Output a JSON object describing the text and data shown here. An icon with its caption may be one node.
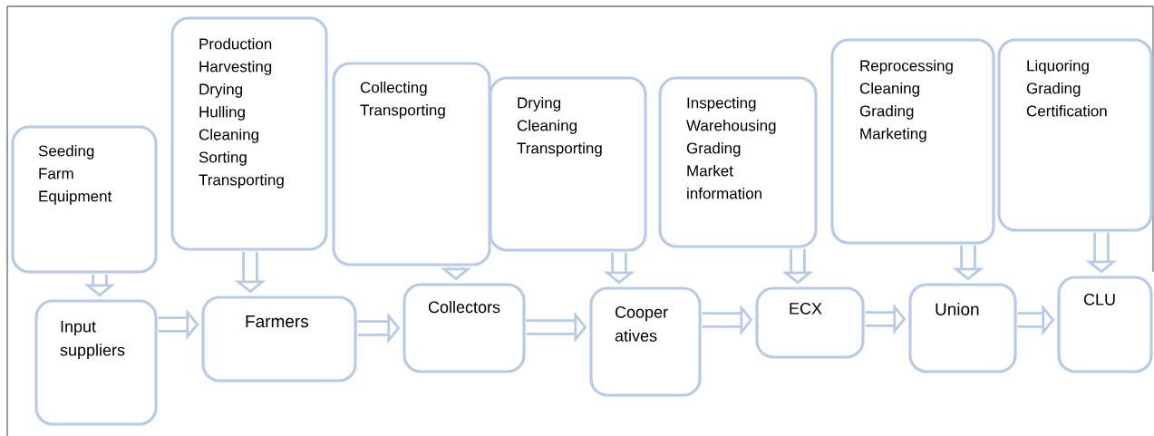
{
  "diagram": {
    "nodes": [
      {
        "text": [
          "Seeding",
          "Farm Equipment"
        ]
      },
      {
        "text": [
          "Input suppliers"
        ]
      },
      {
        "text": [
          "Production",
          "Harvesting",
          "Drying",
          "Hulling",
          "Cleaning",
          "Sorting",
          "Transporting"
        ]
      },
      {
        "text": [
          "Farmers"
        ]
      },
      {
        "text": [
          "Collecting",
          "Transporting"
        ]
      },
      {
        "text": [
          "Collectors"
        ]
      },
      {
        "text": [
          "Drying",
          "Cleaning",
          "Transporting"
        ]
      },
      {
        "text": [
          "Cooper atives"
        ]
      },
      {
        "text": [
          "Inspecting",
          "Warehousing",
          "Grading",
          "Market information"
        ]
      },
      {
        "text": [
          "ECX"
        ]
      },
      {
        "text": [
          "Reprocessing",
          "Cleaning",
          "Grading",
          "Marketing"
        ]
      },
      {
        "text": [
          "Union"
        ]
      },
      {
        "text": [
          "Liquoring",
          "Grading",
          "Certification"
        ]
      },
      {
        "text": [
          "CLU"
        ]
      }
    ],
    "edges": [
      {
        "from": 0,
        "to": 1,
        "arrow": "to"
      },
      {
        "from": 2,
        "to": 3,
        "arrow": "to"
      },
      {
        "from": 4,
        "to": 5,
        "arrow": "to"
      },
      {
        "from": 6,
        "to": 7,
        "arrow": "to"
      },
      {
        "from": 8,
        "to": 9,
        "arrow": "to"
      },
      {
        "from": 10,
        "to": 11,
        "arrow": "to"
      },
      {
        "from": 12,
        "to": 13,
        "arrow": "to"
      },
      {
        "from": 1,
        "to": 3,
        "arrow": "to"
      },
      {
        "from": 3,
        "to": 5,
        "arrow": "to"
      },
      {
        "from": 5,
        "to": 7,
        "arrow": "to"
      },
      {
        "from": 7,
        "to": 9,
        "arrow": "to"
      },
      {
        "from": 9,
        "to": 11,
        "arrow": "to"
      },
      {
        "from": 11,
        "to": 13,
        "arrow": "to"
      }
    ]
  }
}
